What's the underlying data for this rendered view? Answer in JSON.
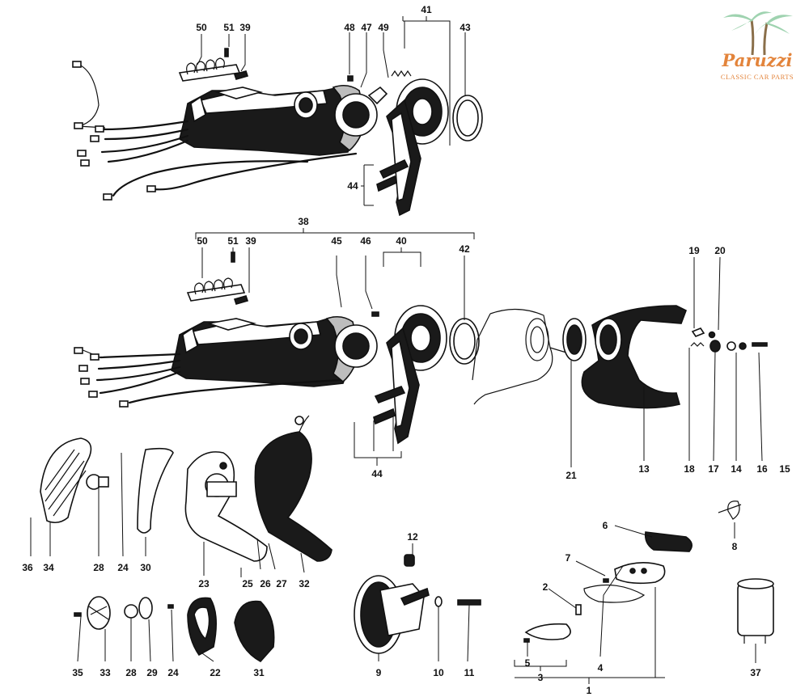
{
  "brand": {
    "name": "Paruzzi",
    "tagline": "CLASSIC CAR PARTS",
    "colors": {
      "primary": "#e3843b",
      "palm": "#9fd3b0",
      "trunk": "#8a6f4a"
    }
  },
  "callouts": {
    "n1": "1",
    "n2": "2",
    "n3": "3",
    "n4": "4",
    "n5": "5",
    "n6": "6",
    "n7": "7",
    "n8": "8",
    "n9": "9",
    "n10": "10",
    "n11": "11",
    "n12": "12",
    "n13": "13",
    "n14": "14",
    "n15": "15",
    "n16": "16",
    "n17": "17",
    "n18": "18",
    "n19": "19",
    "n20": "20",
    "n21": "21",
    "n22": "22",
    "n23": "23",
    "n24a": "24",
    "n24b": "24",
    "n25": "25",
    "n26": "26",
    "n27": "27",
    "n28a": "28",
    "n28b": "28",
    "n29": "29",
    "n30": "30",
    "n31": "31",
    "n32": "32",
    "n33": "33",
    "n34": "34",
    "n35": "35",
    "n36": "36",
    "n37": "37",
    "n38": "38",
    "n39a": "39",
    "n39b": "39",
    "n40": "40",
    "n41": "41",
    "n42": "42",
    "n43": "43",
    "n44a": "44",
    "n44b": "44",
    "n45": "45",
    "n46": "46",
    "n47": "47",
    "n48": "48",
    "n49": "49",
    "n50a": "50",
    "n50b": "50",
    "n51a": "51",
    "n51b": "51"
  },
  "icons": [
    "palm-tree-icon"
  ]
}
